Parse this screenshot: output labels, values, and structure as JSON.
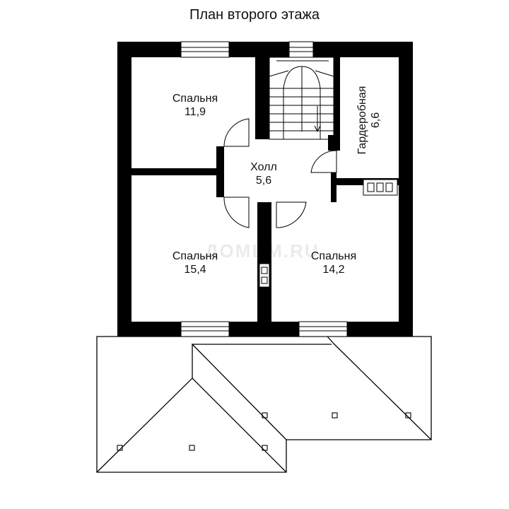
{
  "title": "План второго этажа",
  "watermark": "ДОМВМ.RU",
  "rooms": [
    {
      "name": "Спальня",
      "area": "11,9"
    },
    {
      "name": "Холл",
      "area": "5,6"
    },
    {
      "name": "Гардеробная",
      "area": "6,6"
    },
    {
      "name": "Спальня",
      "area": "15,4"
    },
    {
      "name": "Спальня",
      "area": "14,2"
    }
  ],
  "colors": {
    "wall": "#000000",
    "line": "#000000",
    "background": "#ffffff"
  }
}
